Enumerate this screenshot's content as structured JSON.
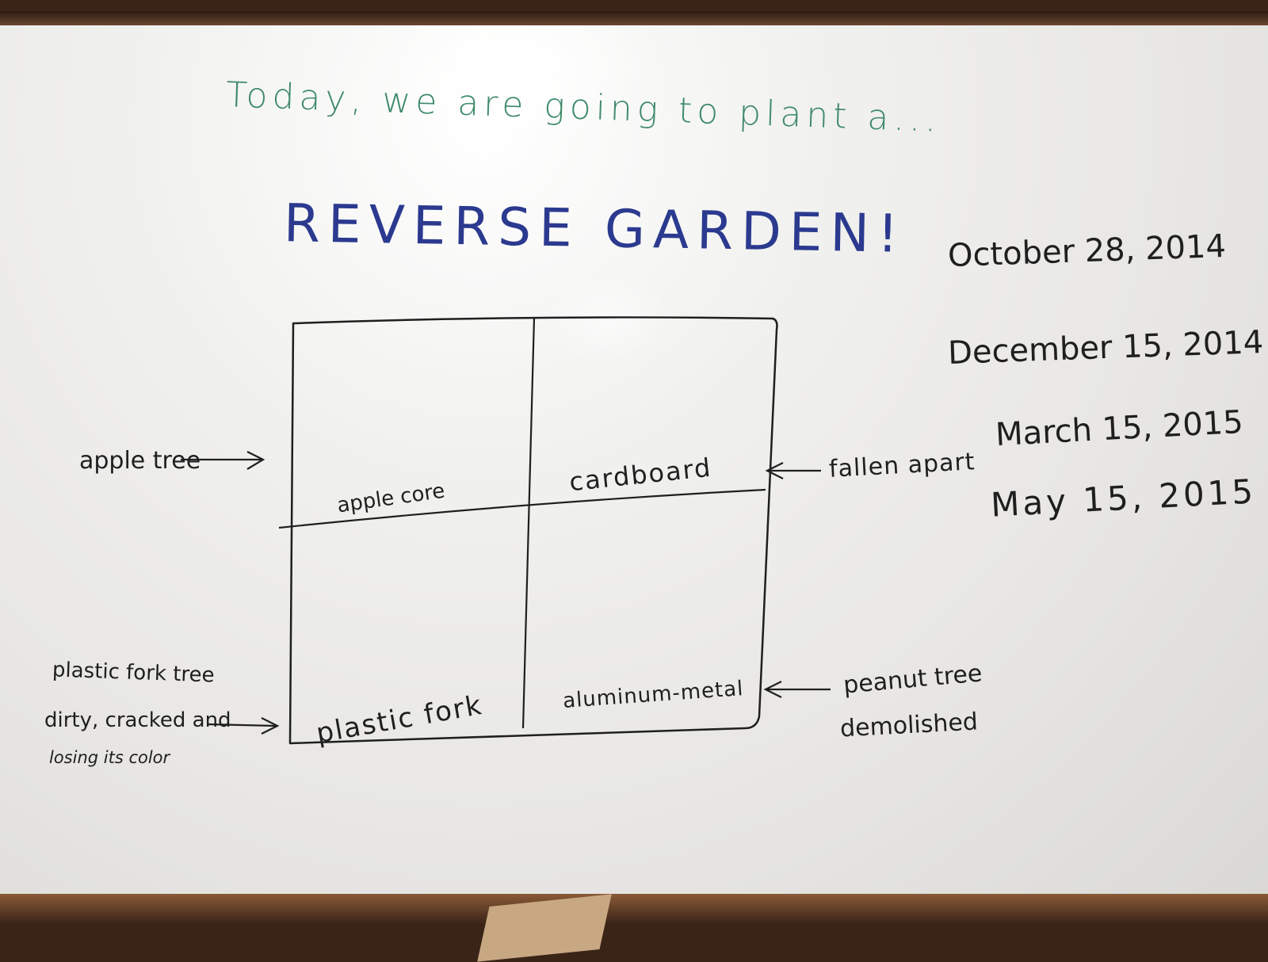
{
  "header": {
    "intro": "Today, we are going to plant a...",
    "title": "REVERSE GARDEN!"
  },
  "grid": {
    "top_left": "apple core",
    "top_right": "cardboard",
    "bottom_left": "plastic fork",
    "bottom_right": "aluminum-metal"
  },
  "annotations": {
    "apple_tree": "apple tree",
    "fallen_apart": "fallen apart",
    "plastic_fork_tree": [
      "plastic fork tree",
      "dirty, cracked and",
      "losing its color"
    ],
    "peanut_tree": [
      "peanut tree",
      "demolished"
    ]
  },
  "dates": [
    "October 28, 2014",
    "December 15, 2014",
    "March 15, 2015",
    "May 15, 2015"
  ],
  "colors": {
    "intro": "#3f8a6a",
    "title": "#2b3a8f",
    "ink": "#1f1f1f",
    "frame": "#5a3a26"
  }
}
